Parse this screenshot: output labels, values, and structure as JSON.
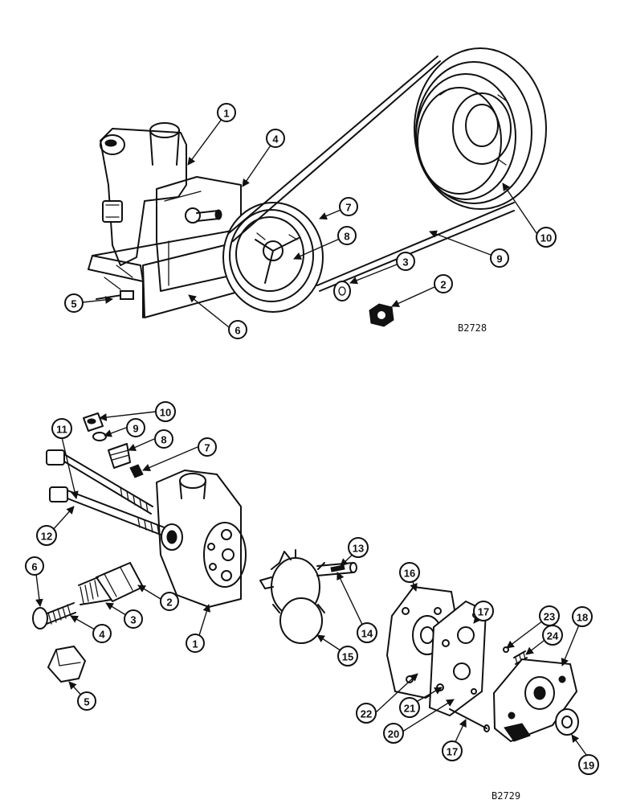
{
  "figures": [
    {
      "code": "B2728",
      "callouts": [
        "1",
        "4",
        "7",
        "8",
        "9",
        "10",
        "3",
        "2",
        "5",
        "6"
      ]
    },
    {
      "code": "B2729",
      "callouts": [
        "10",
        "9",
        "8",
        "7",
        "11",
        "12",
        "6",
        "2",
        "3",
        "4",
        "5",
        "1",
        "13",
        "14",
        "15",
        "16",
        "17",
        "23",
        "24",
        "18",
        "22",
        "21",
        "20",
        "17",
        "19"
      ]
    }
  ]
}
